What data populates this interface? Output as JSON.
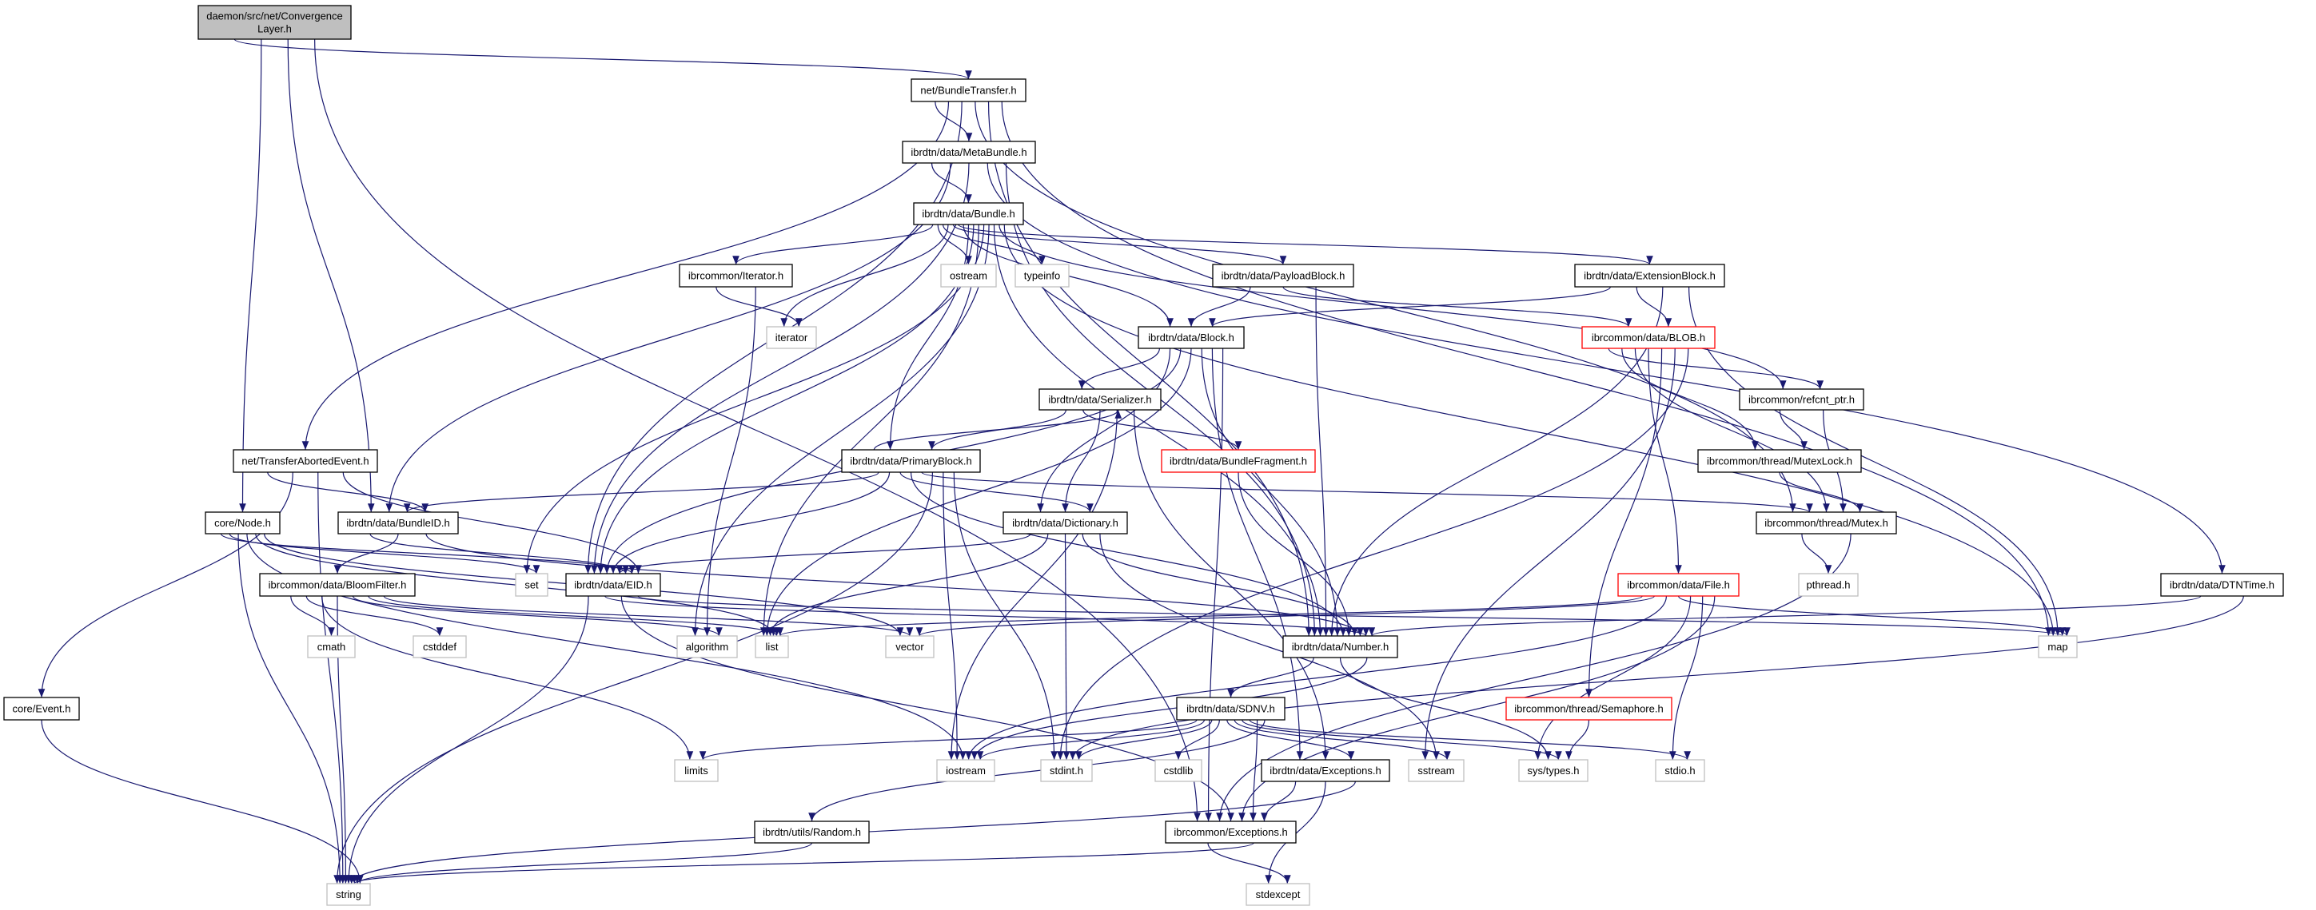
{
  "colors": {
    "edge": "#191970",
    "root_fill": "#bfbfbf",
    "normal_border": "#000000",
    "system_border": "#bfbfbf",
    "incomplete_border": "#ff0000"
  },
  "nodes": [
    {
      "id": "root",
      "lines": [
        "daemon/src/net/Convergence",
        "Layer.h"
      ],
      "kind": "root"
    },
    {
      "id": "bt",
      "lines": [
        "net/BundleTransfer.h"
      ],
      "kind": "normal"
    },
    {
      "id": "meta",
      "lines": [
        "ibrdtn/data/MetaBundle.h"
      ],
      "kind": "normal"
    },
    {
      "id": "bundle",
      "lines": [
        "ibrdtn/data/Bundle.h"
      ],
      "kind": "normal"
    },
    {
      "id": "iterh",
      "lines": [
        "ibrcommon/Iterator.h"
      ],
      "kind": "normal"
    },
    {
      "id": "ostream",
      "lines": [
        "ostream"
      ],
      "kind": "system"
    },
    {
      "id": "typeinfo",
      "lines": [
        "typeinfo"
      ],
      "kind": "system"
    },
    {
      "id": "payload",
      "lines": [
        "ibrdtn/data/PayloadBlock.h"
      ],
      "kind": "normal"
    },
    {
      "id": "ext",
      "lines": [
        "ibrdtn/data/ExtensionBlock.h"
      ],
      "kind": "normal"
    },
    {
      "id": "iterator",
      "lines": [
        "iterator"
      ],
      "kind": "system"
    },
    {
      "id": "block",
      "lines": [
        "ibrdtn/data/Block.h"
      ],
      "kind": "normal"
    },
    {
      "id": "blob",
      "lines": [
        "ibrcommon/data/BLOB.h"
      ],
      "kind": "incomplete"
    },
    {
      "id": "ser",
      "lines": [
        "ibrdtn/data/Serializer.h"
      ],
      "kind": "normal"
    },
    {
      "id": "refcnt",
      "lines": [
        "ibrcommon/refcnt_ptr.h"
      ],
      "kind": "normal"
    },
    {
      "id": "tae",
      "lines": [
        "net/TransferAbortedEvent.h"
      ],
      "kind": "normal"
    },
    {
      "id": "primary",
      "lines": [
        "ibrdtn/data/PrimaryBlock.h"
      ],
      "kind": "normal"
    },
    {
      "id": "frag",
      "lines": [
        "ibrdtn/data/BundleFragment.h"
      ],
      "kind": "incomplete"
    },
    {
      "id": "mutexlock",
      "lines": [
        "ibrcommon/thread/MutexLock.h"
      ],
      "kind": "normal"
    },
    {
      "id": "node",
      "lines": [
        "core/Node.h"
      ],
      "kind": "normal"
    },
    {
      "id": "bundleid",
      "lines": [
        "ibrdtn/data/BundleID.h"
      ],
      "kind": "normal"
    },
    {
      "id": "dict",
      "lines": [
        "ibrdtn/data/Dictionary.h"
      ],
      "kind": "normal"
    },
    {
      "id": "mutex",
      "lines": [
        "ibrcommon/thread/Mutex.h"
      ],
      "kind": "normal"
    },
    {
      "id": "bloom",
      "lines": [
        "ibrcommon/data/BloomFilter.h"
      ],
      "kind": "normal"
    },
    {
      "id": "set",
      "lines": [
        "set"
      ],
      "kind": "system"
    },
    {
      "id": "eid",
      "lines": [
        "ibrdtn/data/EID.h"
      ],
      "kind": "normal"
    },
    {
      "id": "file",
      "lines": [
        "ibrcommon/data/File.h"
      ],
      "kind": "incomplete"
    },
    {
      "id": "pthread",
      "lines": [
        "pthread.h"
      ],
      "kind": "system"
    },
    {
      "id": "dtntime",
      "lines": [
        "ibrdtn/data/DTNTime.h"
      ],
      "kind": "normal"
    },
    {
      "id": "cmath",
      "lines": [
        "cmath"
      ],
      "kind": "system"
    },
    {
      "id": "cstddef",
      "lines": [
        "cstddef"
      ],
      "kind": "system"
    },
    {
      "id": "algorithm",
      "lines": [
        "algorithm"
      ],
      "kind": "system"
    },
    {
      "id": "list",
      "lines": [
        "list"
      ],
      "kind": "system"
    },
    {
      "id": "vector",
      "lines": [
        "vector"
      ],
      "kind": "system"
    },
    {
      "id": "number",
      "lines": [
        "ibrdtn/data/Number.h"
      ],
      "kind": "normal"
    },
    {
      "id": "map",
      "lines": [
        "map"
      ],
      "kind": "system"
    },
    {
      "id": "event",
      "lines": [
        "core/Event.h"
      ],
      "kind": "normal"
    },
    {
      "id": "sdnv",
      "lines": [
        "ibrdtn/data/SDNV.h"
      ],
      "kind": "normal"
    },
    {
      "id": "sem",
      "lines": [
        "ibrcommon/thread/Semaphore.h"
      ],
      "kind": "incomplete"
    },
    {
      "id": "limits",
      "lines": [
        "limits"
      ],
      "kind": "system"
    },
    {
      "id": "iostream",
      "lines": [
        "iostream"
      ],
      "kind": "system"
    },
    {
      "id": "stdint",
      "lines": [
        "stdint.h"
      ],
      "kind": "system"
    },
    {
      "id": "cstdlib",
      "lines": [
        "cstdlib"
      ],
      "kind": "system"
    },
    {
      "id": "dexc",
      "lines": [
        "ibrdtn/data/Exceptions.h"
      ],
      "kind": "normal"
    },
    {
      "id": "sstream",
      "lines": [
        "sstream"
      ],
      "kind": "system"
    },
    {
      "id": "systypes",
      "lines": [
        "sys/types.h"
      ],
      "kind": "system"
    },
    {
      "id": "stdio",
      "lines": [
        "stdio.h"
      ],
      "kind": "system"
    },
    {
      "id": "random",
      "lines": [
        "ibrdtn/utils/Random.h"
      ],
      "kind": "normal"
    },
    {
      "id": "cexc",
      "lines": [
        "ibrcommon/Exceptions.h"
      ],
      "kind": "normal"
    },
    {
      "id": "string",
      "lines": [
        "string"
      ],
      "kind": "system"
    },
    {
      "id": "stdexcept",
      "lines": [
        "stdexcept"
      ],
      "kind": "system"
    }
  ],
  "edges": [
    [
      "root",
      "bt"
    ],
    [
      "root",
      "node"
    ],
    [
      "root",
      "bundleid"
    ],
    [
      "root",
      "cexc"
    ],
    [
      "bt",
      "meta"
    ],
    [
      "bt",
      "tae"
    ],
    [
      "bt",
      "eid"
    ],
    [
      "bt",
      "mutex"
    ],
    [
      "bt",
      "number"
    ],
    [
      "bt",
      "map"
    ],
    [
      "meta",
      "bundle"
    ],
    [
      "meta",
      "bundleid"
    ],
    [
      "meta",
      "eid"
    ],
    [
      "meta",
      "dtntime"
    ],
    [
      "meta",
      "number"
    ],
    [
      "bundle",
      "iterh"
    ],
    [
      "bundle",
      "ostream"
    ],
    [
      "bundle",
      "typeinfo"
    ],
    [
      "bundle",
      "iterator"
    ],
    [
      "bundle",
      "payload"
    ],
    [
      "bundle",
      "ext"
    ],
    [
      "bundle",
      "block"
    ],
    [
      "bundle",
      "primary"
    ],
    [
      "bundle",
      "eid"
    ],
    [
      "bundle",
      "list"
    ],
    [
      "bundle",
      "set"
    ],
    [
      "bundle",
      "algorithm"
    ],
    [
      "bundle",
      "number"
    ],
    [
      "bundle",
      "refcnt"
    ],
    [
      "bundle",
      "map"
    ],
    [
      "iterh",
      "iterator"
    ],
    [
      "iterh",
      "algorithm"
    ],
    [
      "payload",
      "block"
    ],
    [
      "payload",
      "blob"
    ],
    [
      "payload",
      "number"
    ],
    [
      "ext",
      "block"
    ],
    [
      "ext",
      "blob"
    ],
    [
      "ext",
      "number"
    ],
    [
      "ext",
      "map"
    ],
    [
      "block",
      "ser"
    ],
    [
      "block",
      "dict"
    ],
    [
      "block",
      "eid"
    ],
    [
      "block",
      "list"
    ],
    [
      "block",
      "number"
    ],
    [
      "block",
      "dexc"
    ],
    [
      "block",
      "cexc"
    ],
    [
      "ser",
      "primary"
    ],
    [
      "ser",
      "frag"
    ],
    [
      "ser",
      "dict"
    ],
    [
      "ser",
      "iostream"
    ],
    [
      "ser",
      "dexc"
    ],
    [
      "primary",
      "ser"
    ],
    [
      "primary",
      "bundleid"
    ],
    [
      "primary",
      "eid"
    ],
    [
      "primary",
      "dict"
    ],
    [
      "primary",
      "number"
    ],
    [
      "primary",
      "mutex"
    ],
    [
      "primary",
      "string"
    ],
    [
      "primary",
      "iostream"
    ],
    [
      "primary",
      "stdint"
    ],
    [
      "frag",
      "number"
    ],
    [
      "blob",
      "refcnt"
    ],
    [
      "blob",
      "mutexlock"
    ],
    [
      "blob",
      "mutex"
    ],
    [
      "blob",
      "file"
    ],
    [
      "blob",
      "sem"
    ],
    [
      "blob",
      "sstream"
    ],
    [
      "blob",
      "stdint"
    ],
    [
      "refcnt",
      "mutexlock"
    ],
    [
      "refcnt",
      "mutex"
    ],
    [
      "mutexlock",
      "mutex"
    ],
    [
      "mutex",
      "pthread"
    ],
    [
      "mutex",
      "cexc"
    ],
    [
      "dict",
      "eid"
    ],
    [
      "dict",
      "list"
    ],
    [
      "dict",
      "stdint"
    ],
    [
      "dict",
      "number"
    ],
    [
      "dict",
      "sstream"
    ],
    [
      "bundleid",
      "eid"
    ],
    [
      "bundleid",
      "bloom"
    ],
    [
      "bundleid",
      "number"
    ],
    [
      "node",
      "eid"
    ],
    [
      "node",
      "set"
    ],
    [
      "node",
      "string"
    ],
    [
      "node",
      "iostream"
    ],
    [
      "node",
      "list"
    ],
    [
      "node",
      "vector"
    ],
    [
      "tae",
      "bundleid"
    ],
    [
      "tae",
      "event"
    ],
    [
      "tae",
      "string"
    ],
    [
      "tae",
      "eid"
    ],
    [
      "bloom",
      "cmath"
    ],
    [
      "bloom",
      "cstddef"
    ],
    [
      "bloom",
      "limits"
    ],
    [
      "bloom",
      "string"
    ],
    [
      "bloom",
      "algorithm"
    ],
    [
      "bloom",
      "list"
    ],
    [
      "bloom",
      "vector"
    ],
    [
      "eid",
      "string"
    ],
    [
      "eid",
      "number"
    ],
    [
      "eid",
      "cexc"
    ],
    [
      "eid",
      "map"
    ],
    [
      "file",
      "list"
    ],
    [
      "file",
      "vector"
    ],
    [
      "file",
      "iostream"
    ],
    [
      "file",
      "map"
    ],
    [
      "file",
      "systypes"
    ],
    [
      "file",
      "stdio"
    ],
    [
      "file",
      "cexc"
    ],
    [
      "dtntime",
      "number"
    ],
    [
      "dtntime",
      "stdint"
    ],
    [
      "number",
      "sdnv"
    ],
    [
      "number",
      "systypes"
    ],
    [
      "number",
      "iostream"
    ],
    [
      "sdnv",
      "limits"
    ],
    [
      "sdnv",
      "iostream"
    ],
    [
      "sdnv",
      "stdint"
    ],
    [
      "sdnv",
      "cstdlib"
    ],
    [
      "sdnv",
      "dexc"
    ],
    [
      "sdnv",
      "sstream"
    ],
    [
      "sdnv",
      "systypes"
    ],
    [
      "sdnv",
      "stdio"
    ],
    [
      "sdnv",
      "cexc"
    ],
    [
      "sdnv",
      "random"
    ],
    [
      "sem",
      "systypes"
    ],
    [
      "dexc",
      "cexc"
    ],
    [
      "dexc",
      "stdexcept"
    ],
    [
      "dexc",
      "string"
    ],
    [
      "cexc",
      "stdexcept"
    ],
    [
      "cexc",
      "string"
    ],
    [
      "random",
      "string"
    ],
    [
      "event",
      "string"
    ]
  ]
}
